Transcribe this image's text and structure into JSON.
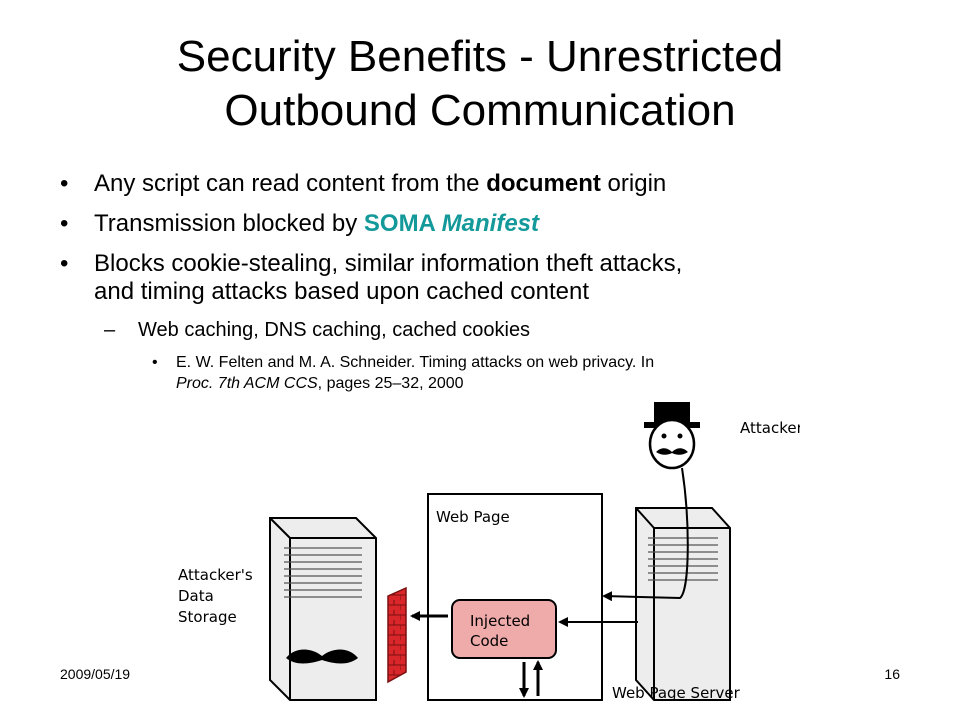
{
  "title": {
    "line1": "Security Benefits - Unrestricted",
    "line2": "Outbound Communication"
  },
  "bullets": {
    "b1": {
      "pre": "Any script can read content from the ",
      "bold": "document",
      "post": " origin"
    },
    "b2": {
      "pre": "Transmission blocked by ",
      "soma": "SOMA",
      "space": " ",
      "manifest": "Manifest"
    },
    "b3": {
      "line1": "Blocks cookie-stealing, similar information theft attacks,",
      "line2": "and timing attacks based upon cached content"
    },
    "sub": {
      "dash": "–",
      "text": "Web caching, DNS caching, cached cookies"
    },
    "ref": {
      "line1": "E. W. Felten and M. A. Schneider. Timing attacks on web privacy. In",
      "proc": "Proc. 7th ACM CCS",
      "rest": ", pages 25–32, 2000"
    }
  },
  "diagram": {
    "attacker_label": "Attacker",
    "storage_label_1": "Attacker's",
    "storage_label_2": "Data",
    "storage_label_3": "Storage",
    "web_page_label": "Web Page",
    "injected_label_1": "Injected",
    "injected_label_2": "Code",
    "server_label": "Web Page Server"
  },
  "footer": {
    "date": "2009/05/19",
    "page": "16"
  },
  "colors": {
    "accent": "#13999a",
    "injected_fill": "#efaaaa",
    "firewall": "#d9262b"
  }
}
